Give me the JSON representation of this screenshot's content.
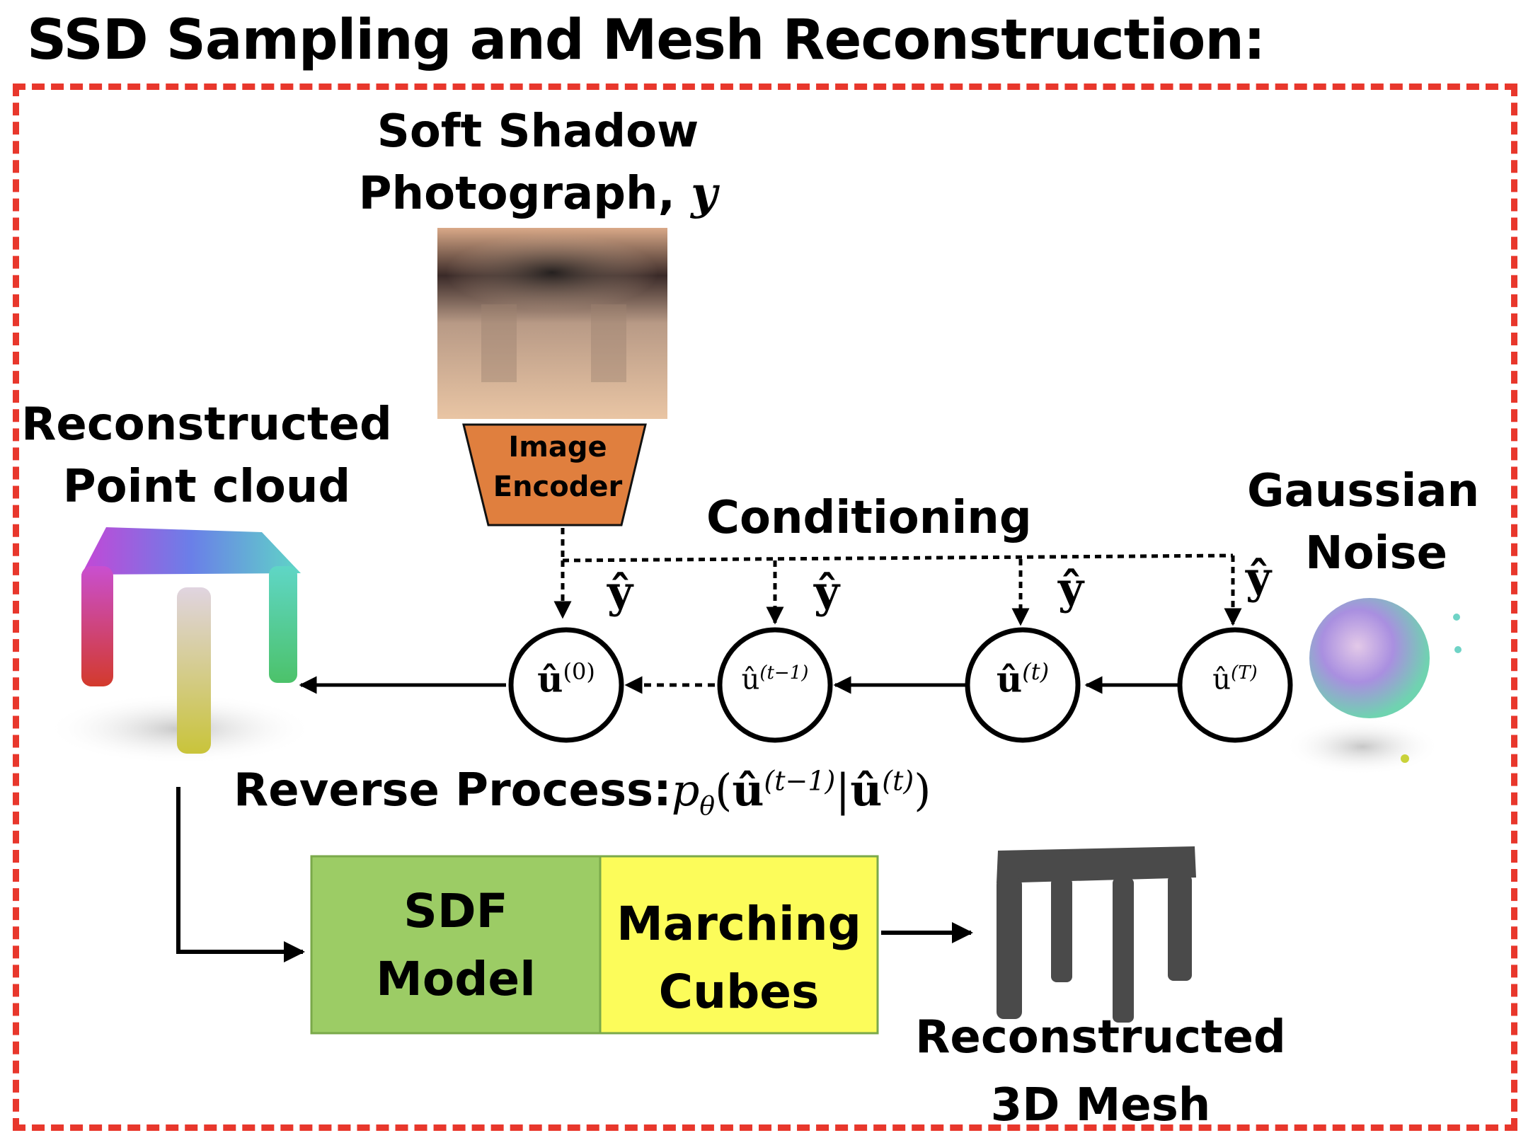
{
  "title": "SSD Sampling and Mesh Reconstruction:",
  "photo_label_line1": "Soft Shadow",
  "photo_label_line2": "Photograph, ",
  "photo_label_var": "y",
  "encoder_line1": "Image",
  "encoder_line2": "Encoder",
  "conditioning_label": "Conditioning",
  "y_hat": "ŷ",
  "point_cloud_line1": "Reconstructed",
  "point_cloud_line2": "Point cloud",
  "gaussian_line1": "Gaussian",
  "gaussian_line2": "Noise",
  "nodes": [
    {
      "base": "û",
      "sup": "(0)"
    },
    {
      "base": "û",
      "sup": "(t−1)"
    },
    {
      "base": "û",
      "sup": "(t)"
    },
    {
      "base": "û",
      "sup": "(T)"
    }
  ],
  "reverse_label": "Reverse Process:",
  "reverse_formula": {
    "p": "p",
    "theta": "θ",
    "open": "(",
    "u1": "û",
    "sup1": "(t−1)",
    "bar": "|",
    "u2": "û",
    "sup2": "(t)",
    "close": ")"
  },
  "sdf_line1": "SDF",
  "sdf_line2": "Model",
  "mc_line1": "Marching",
  "mc_line2": "Cubes",
  "mesh_line1": "Reconstructed",
  "mesh_line2": "3D Mesh",
  "colors": {
    "frame": "#e8372c",
    "encoder": "#e07f3e",
    "sdf": "#9ccc65",
    "marching": "#fcfc5a",
    "mesh": "#4a4a4a"
  }
}
